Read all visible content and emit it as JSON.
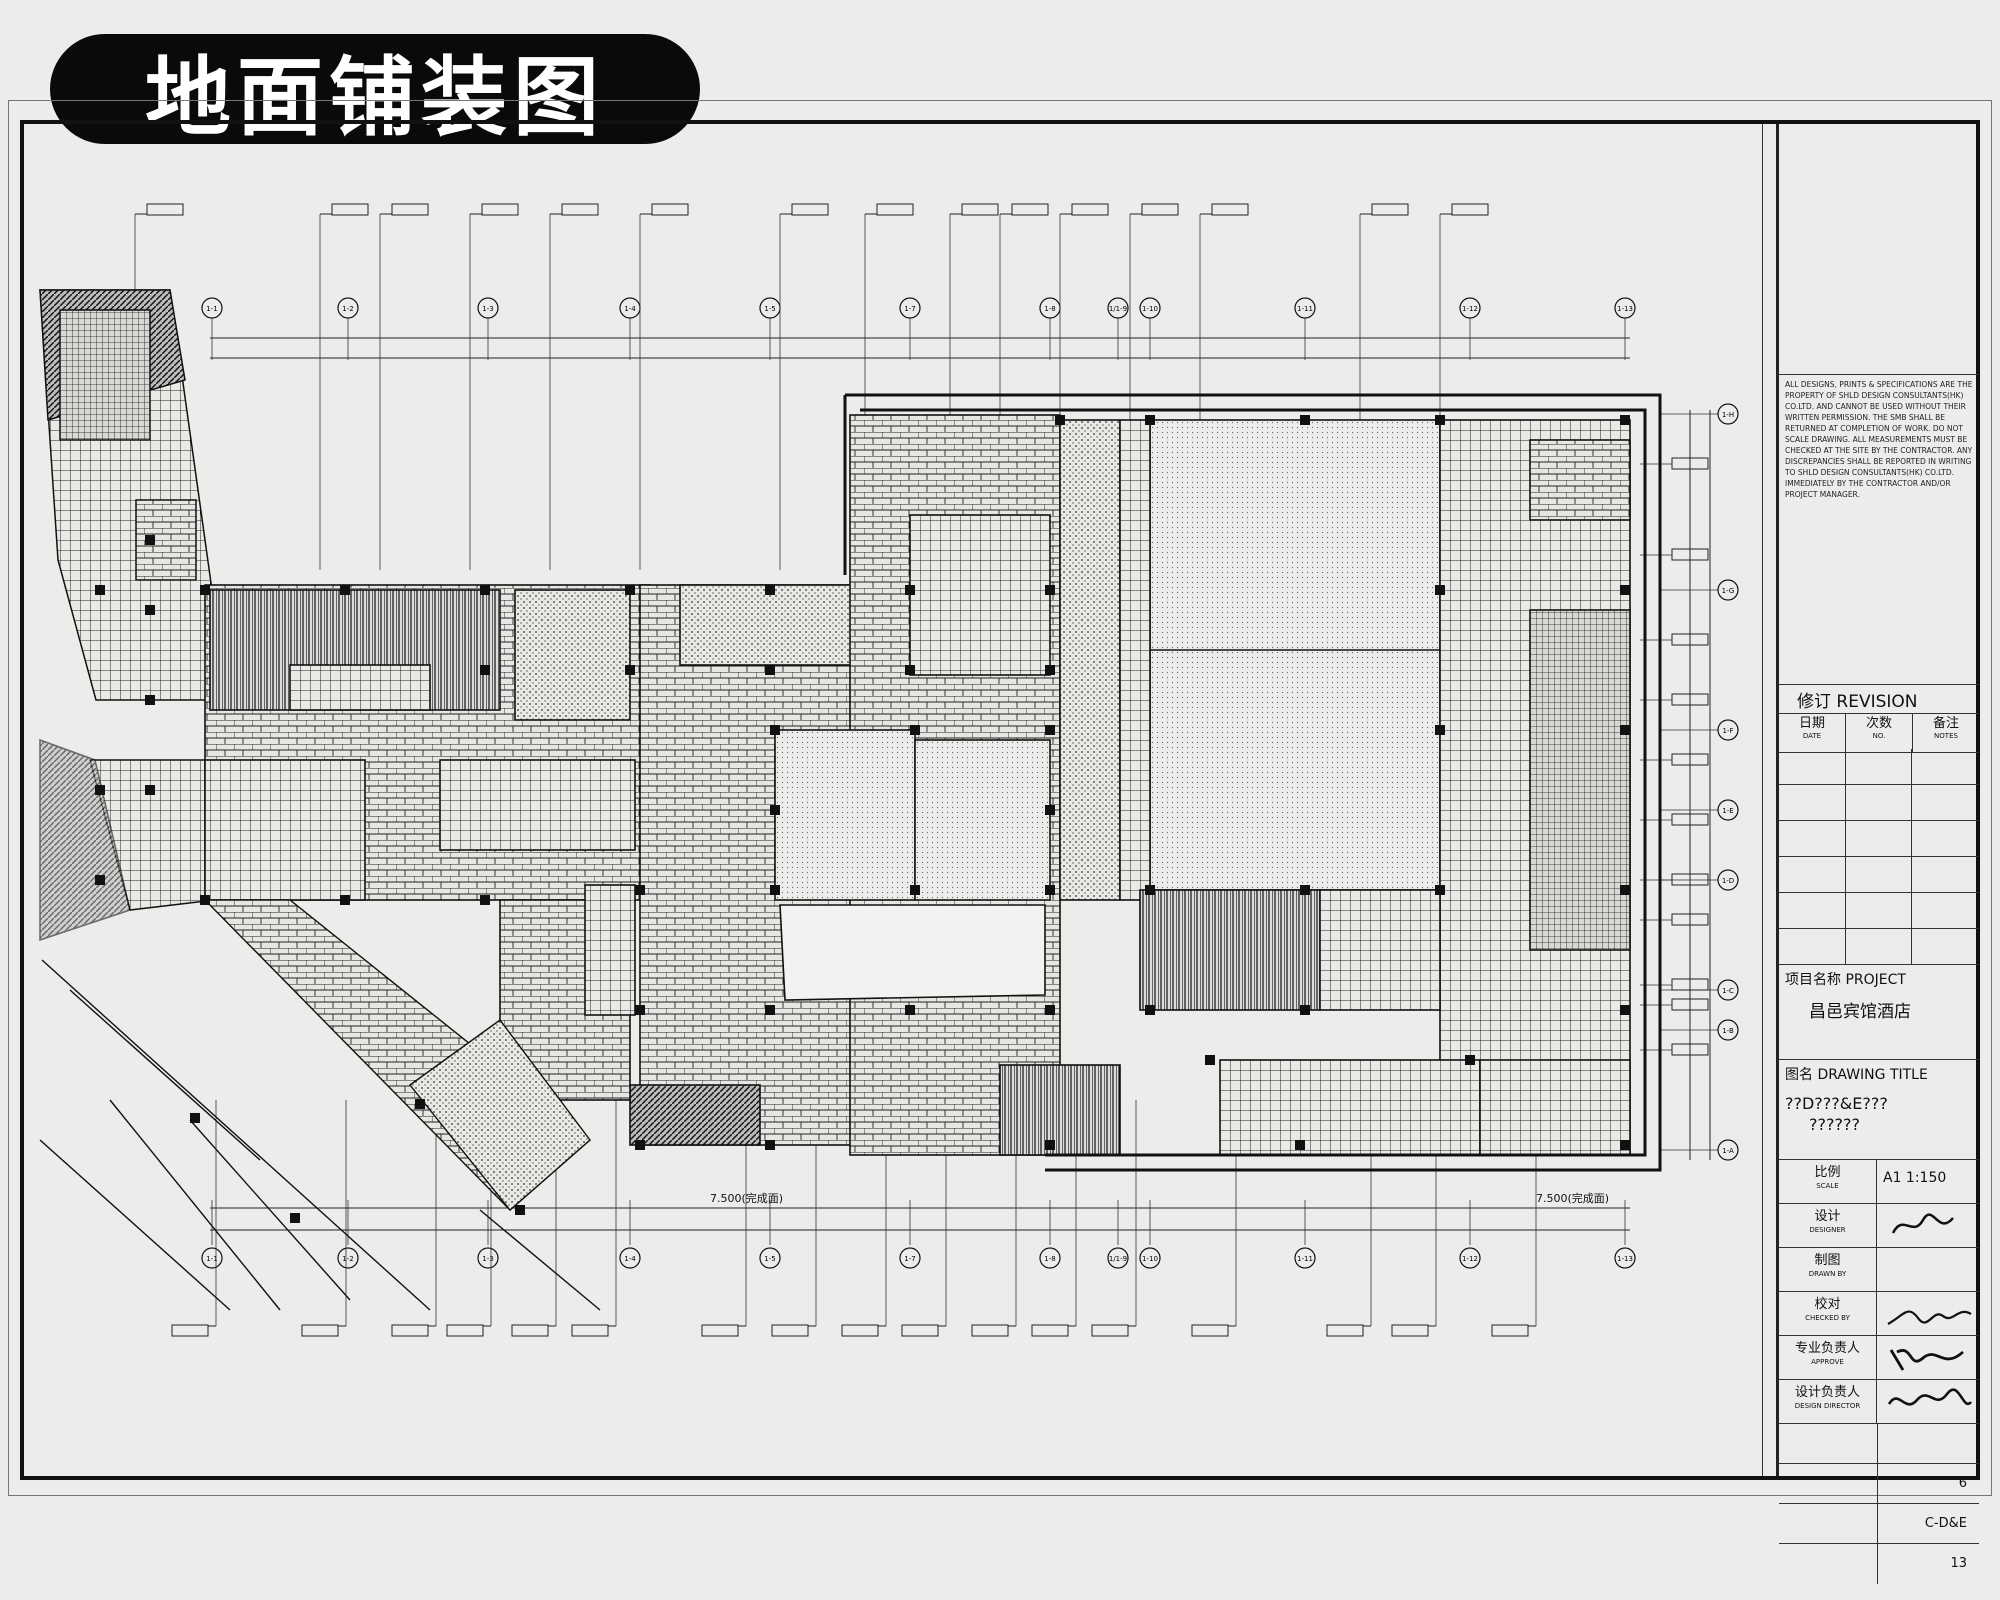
{
  "title": "地面铺装图",
  "title_block": {
    "notes": "ALL DESIGNS, PRINTS & SPECIFICATIONS ARE THE PROPERTY OF SHLD DESIGN CONSULTANTS(HK) CO.LTD. AND CANNOT BE USED WITHOUT THEIR WRITTEN PERMISSION. THE SMB SHALL BE RETURNED AT COMPLETION OF WORK. DO NOT SCALE DRAWING. ALL MEASUREMENTS MUST BE CHECKED AT THE SITE BY THE CONTRACTOR. ANY DISCREPANCIES SHALL BE REPORTED IN WRITING TO SHLD DESIGN CONSULTANTS(HK) CO.LTD. IMMEDIATELY BY THE CONTRACTOR AND/OR PROJECT MANAGER.",
    "revision": {
      "label": "修订 REVISION",
      "col_date": "日期",
      "col_date_en": "DATE",
      "col_no": "次数",
      "col_no_en": "NO.",
      "col_notes": "备注",
      "col_notes_en": "NOTES"
    },
    "project_label": "项目名称 PROJECT",
    "project_value": "昌邑宾馆酒店",
    "drawing_title_label": "图名 DRAWING TITLE",
    "drawing_title_value_1": "??D???&E???",
    "drawing_title_value_2": "??????",
    "scale_label": "比例",
    "scale_label_en": "SCALE",
    "scale_value": "A1   1:150",
    "designer_label": "设计",
    "designer_label_en": "DESIGNER",
    "drawn_label": "制图",
    "drawn_label_en": "DRAWN BY",
    "checked_label": "校对",
    "checked_label_en": "CHECKED BY",
    "approve_label": "专业负责人",
    "approve_label_en": "APPROVE",
    "director_label": "设计负责人",
    "director_label_en": "DESIGN DIRECTOR",
    "sheet_no_1": "6",
    "sheet_no_2": "C-D&E",
    "sheet_no_3": "13"
  },
  "plan": {
    "axis_labels_top": [
      "1-1",
      "1-2",
      "1-3",
      "1-4",
      "1-5",
      "1-7",
      "1-8",
      "1/1-9",
      "1-10",
      "1-11",
      "1-12",
      "1-13"
    ],
    "axis_labels_right": [
      "1-H",
      "1-G",
      "1-F",
      "1-E",
      "1-D",
      "1-C",
      "1-B",
      "1-A"
    ],
    "level_marks": [
      "7.500(完成面)",
      "7.500(完成面)"
    ]
  }
}
